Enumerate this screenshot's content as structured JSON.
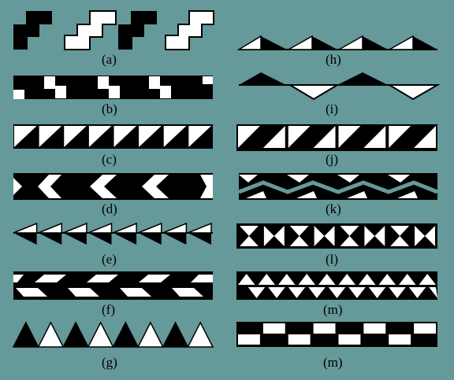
{
  "colors": {
    "background": "#669999",
    "dark": "#000000",
    "light": "#ffffff"
  },
  "panels": [
    {
      "id": "a",
      "label": "(a)",
      "pattern": "staircase blocks, alternating black and white"
    },
    {
      "id": "b",
      "label": "(b)",
      "pattern": "white z-shapes on black band"
    },
    {
      "id": "c",
      "label": "(c)",
      "pattern": "diagonal triangles in squares"
    },
    {
      "id": "d",
      "label": "(d)",
      "pattern": "white chevrons on black band"
    },
    {
      "id": "e",
      "label": "(e)",
      "pattern": "arrowheads on a line"
    },
    {
      "id": "f",
      "label": "(f)",
      "pattern": "white parallelograms on black band"
    },
    {
      "id": "g",
      "label": "(g)",
      "pattern": "alternating black and white triangles"
    },
    {
      "id": "h",
      "label": "(h)",
      "pattern": "triangles along a line"
    },
    {
      "id": "i",
      "label": "(i)",
      "pattern": "large triangles alternating up and down"
    },
    {
      "id": "j",
      "label": "(j)",
      "pattern": "white triangles in black band"
    },
    {
      "id": "k",
      "label": "(k)",
      "pattern": "zigzag band"
    },
    {
      "id": "l",
      "label": "(l)",
      "pattern": "bowtie squares"
    },
    {
      "id": "m1",
      "label": "(m)",
      "pattern": "alternating triangles band"
    },
    {
      "id": "m2",
      "label": "(m)",
      "pattern": "checkered band"
    }
  ]
}
